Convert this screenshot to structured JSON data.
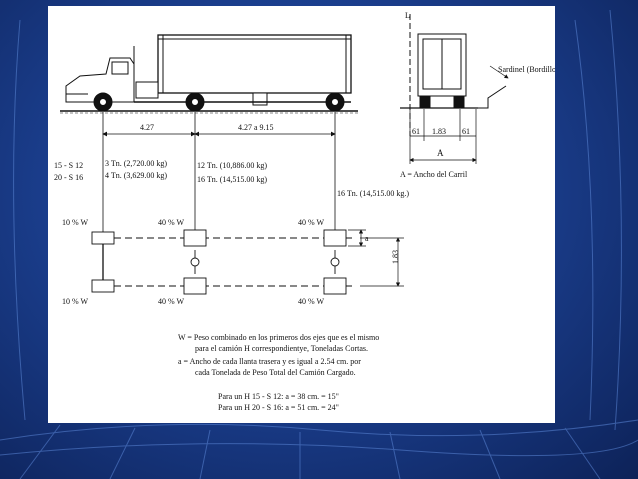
{
  "dims": {
    "d1": "4.27",
    "d2": "4.27  a  9.15",
    "w61_left": "61",
    "w183": "1.83",
    "w61_right": "61",
    "lane_letter": "A",
    "track": "1.83",
    "a_mark": "a"
  },
  "side_labels": {
    "curb": "Sardinel (Bordillo",
    "lane_def": "A =  Ancho del Carril",
    "L_mark": "L"
  },
  "loads": {
    "h15_label": "15 - S 12",
    "h20_label": "20 - S 16",
    "h15_front": "3 Tn. (2,720.00 kg)",
    "h20_front": "4 Tn. (3,629.00 kg)",
    "h15_mid": "12 Tn. (10,886.00 kg)",
    "h20_mid": "16 Tn. (14,515.00 kg)",
    "rear": "16 Tn. (14,515.00 kg.)"
  },
  "wheel_shares": {
    "top_front": "10 %  W",
    "top_mid": "40 %  W",
    "top_rear": "40 %  W",
    "bottom_front": "10 %  W",
    "bottom_mid": "40 %  W",
    "bottom_rear": "40 %  W"
  },
  "notes": {
    "w_line1": "W =  Peso combinado en los primeros dos ejes que es el mismo",
    "w_line2": "para el camión H correspondientye, Toneladas Cortas.",
    "a_line1": "a =   Ancho de cada llanta trasera y es igual a 2.54 cm. por",
    "a_line2": "cada Tonelada de Peso Total del Camión Cargado.",
    "h15_case": "Para un H 15 - S 12:   a =  38 cm.  =  15\"",
    "h20_case": "Para un H 20 - S 16:   a =  51 cm.  =  24\""
  },
  "colors": {
    "background": "#1b3f8f",
    "panel": "#ffffff",
    "ink": "#111111"
  }
}
